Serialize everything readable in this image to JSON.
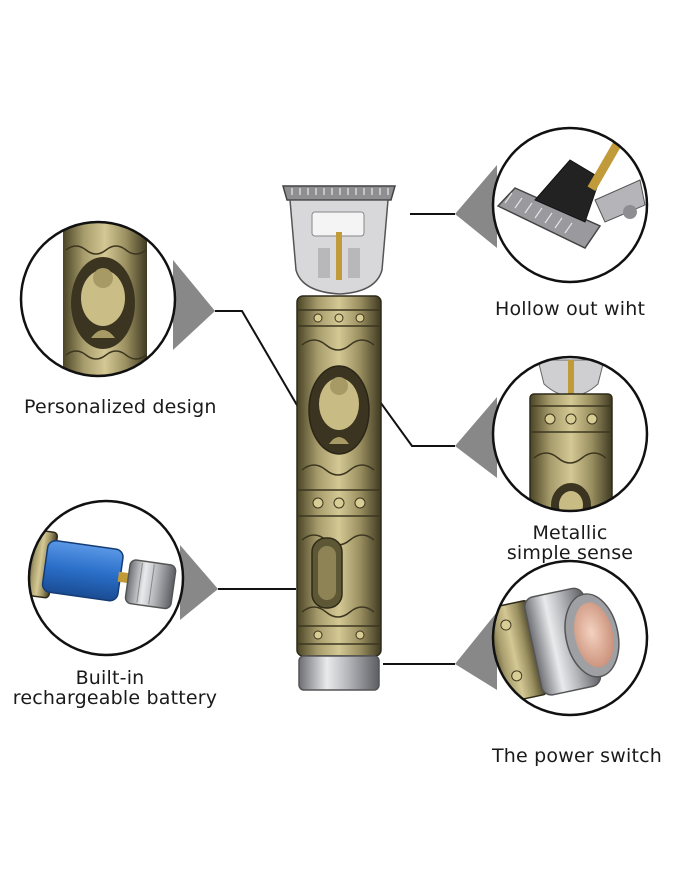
{
  "labels": {
    "hollow": "Hollow out wiht",
    "personalized": "Personalized design",
    "metallic_line1": "Metallic",
    "metallic_line2": "simple sense",
    "battery_line1": "Built-in",
    "battery_line2": "rechargeable battery",
    "power": "The power switch"
  },
  "colors": {
    "bronze": "#8a7f55",
    "bronze_dark": "#3f3a22",
    "bronze_light": "#c9bd8c",
    "chrome": "#c8c9cc",
    "battery_blue": "#2a6fc9",
    "copper_pad": "#e3b59c"
  }
}
